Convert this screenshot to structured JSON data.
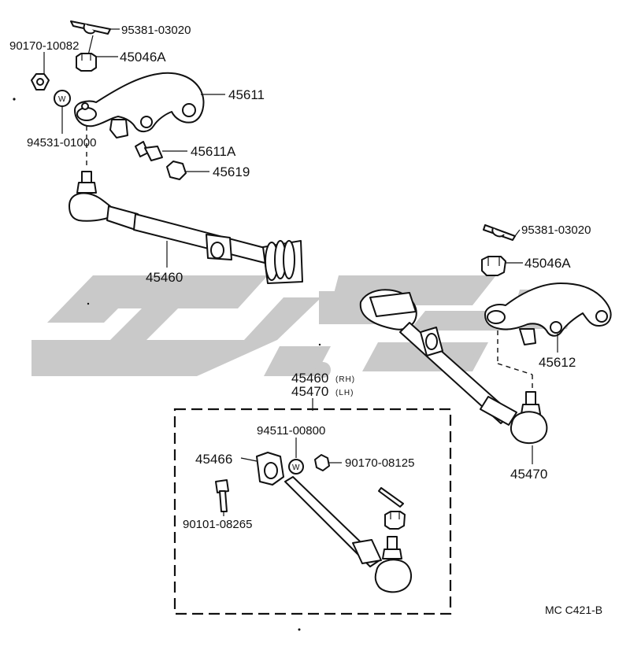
{
  "diagram": {
    "labels": {
      "p_95381_top": "95381-03020",
      "p_90170_10082": "90170-10082",
      "p_45046a_top": "45046A",
      "p_45611": "45611",
      "p_94531": "94531-01000",
      "p_45611a": "45611A",
      "p_45619": "45619",
      "p_45460_left": "45460",
      "p_95381_right": "95381-03020",
      "p_45046a_right": "45046A",
      "p_45612": "45612",
      "p_45470_right": "45470",
      "p_45460_box": "45460",
      "rh": "(RH)",
      "p_45470_box": "45470",
      "lh": "(LH)",
      "p_94511": "94511-00800",
      "p_45466": "45466",
      "p_90170_08125": "90170-08125",
      "p_90101": "90101-08265",
      "ref": "MC C421-B"
    },
    "washer_mark": "W",
    "colors": {
      "line": "#111111",
      "watermark": "#c9c9c9",
      "background": "#ffffff"
    }
  }
}
